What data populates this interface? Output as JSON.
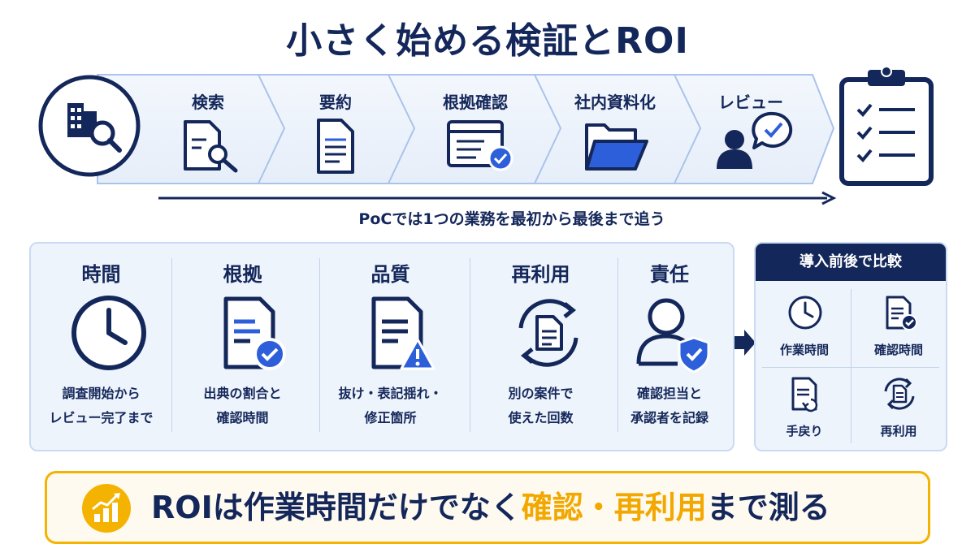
{
  "title": "小さく始める検証とROI",
  "flow": {
    "steps": [
      {
        "label": "検索",
        "icon": "document-search-icon"
      },
      {
        "label": "要約",
        "icon": "document-icon"
      },
      {
        "label": "根拠確認",
        "icon": "browser-check-icon"
      },
      {
        "label": "社内資料化",
        "icon": "folder-icon"
      },
      {
        "label": "レビュー",
        "icon": "user-chat-check-icon"
      }
    ],
    "start_icon": "building-search-icon",
    "end_icon": "clipboard-checklist-icon",
    "caption": "PoCでは1つの業務を最初から最後まで追う"
  },
  "metrics": [
    {
      "title": "時間",
      "icon": "clock-icon",
      "line1": "調査開始から",
      "line2": "レビュー完了まで"
    },
    {
      "title": "根拠",
      "icon": "document-check-icon",
      "line1": "出典の割合と",
      "line2": "確認時間"
    },
    {
      "title": "品質",
      "icon": "document-warning-icon",
      "line1": "抜け・表記揺れ・",
      "line2": "修正箇所"
    },
    {
      "title": "再利用",
      "icon": "document-cycle-icon",
      "line1": "別の案件で",
      "line2": "使えた回数"
    },
    {
      "title": "責任",
      "icon": "user-shield-icon",
      "line1": "確認担当と",
      "line2": "承認者を記録"
    }
  ],
  "compare": {
    "header": "導入前後で比較",
    "items": [
      {
        "label": "作業時間",
        "icon": "clock-icon"
      },
      {
        "label": "確認時間",
        "icon": "document-check-icon"
      },
      {
        "label": "手戻り",
        "icon": "document-return-icon"
      },
      {
        "label": "再利用",
        "icon": "document-cycle-icon"
      }
    ]
  },
  "roi": {
    "icon": "growth-chart-icon",
    "part1": "ROIは作業時間だけでなく",
    "highlight": "確認・再利用",
    "part2": "まで測る"
  },
  "colors": {
    "navy": "#14275a",
    "blue": "#2c5fd9",
    "panel": "#eef4fc",
    "border": "#c9dbf3",
    "accent": "#f5b301"
  }
}
